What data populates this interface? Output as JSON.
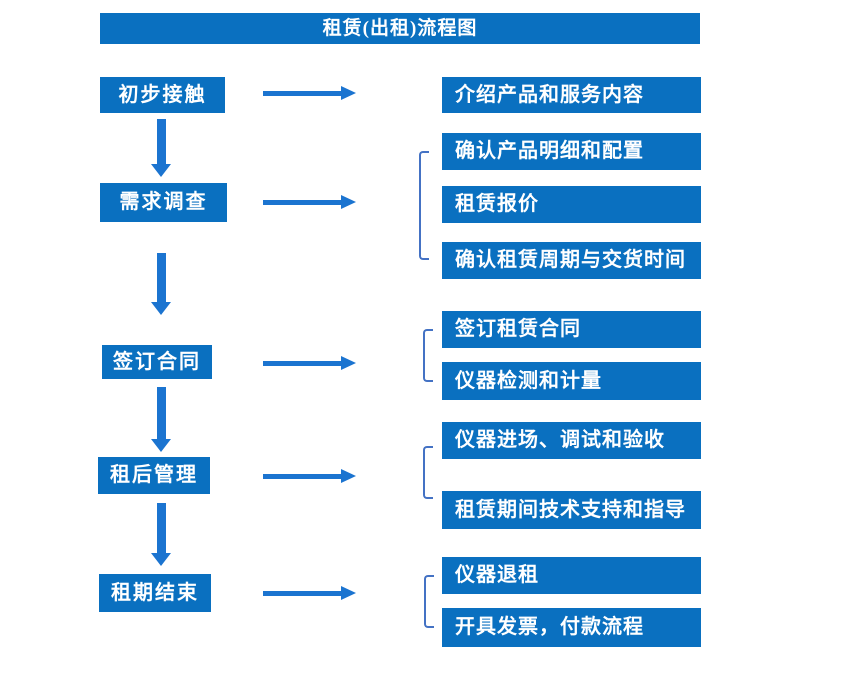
{
  "title": "租赁(出租)流程图",
  "colors": {
    "box_blue": "#0a70c0",
    "arrow_blue": "#1b74d0",
    "bracket_blue": "#4472c4",
    "text_white": "#ffffff"
  },
  "steps": [
    {
      "label": "初步接触",
      "details": [
        "介绍产品和服务内容"
      ]
    },
    {
      "label": "需求调查",
      "details": [
        "确认产品明细和配置",
        "租赁报价",
        "确认租赁周期与交货时间"
      ]
    },
    {
      "label": "签订合同",
      "details": [
        "签订租赁合同",
        "仪器检测和计量"
      ]
    },
    {
      "label": "租后管理",
      "details": [
        "仪器进场、调试和验收",
        "租赁期间技术支持和指导"
      ]
    },
    {
      "label": "租期结束",
      "details": [
        "仪器退租",
        "开具发票，付款流程"
      ]
    }
  ]
}
